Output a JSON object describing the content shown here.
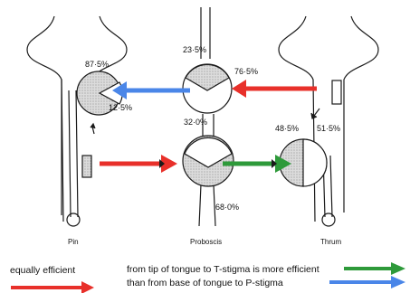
{
  "flower_labels": {
    "pin": "Pin",
    "proboscis": "Proboscis",
    "thrum": "Thrum"
  },
  "percentages": {
    "pin_upper": "87·5%",
    "pin_lower": "12·5%",
    "proboscis_top_left": "23·5%",
    "proboscis_top_right": "76·5%",
    "proboscis_bottom_top": "32·0%",
    "proboscis_bottom_bottom": "68·0%",
    "thrum_left": "48·5%",
    "thrum_right": "51·5%"
  },
  "legend": {
    "red_text": "equally efficient",
    "green_text": "from tip of tongue to T-stigma is more efficient",
    "blue_text": "than from base of tongue to P-stigma"
  },
  "colors": {
    "red": "#e8302a",
    "blue": "#4a86e8",
    "green": "#2e9a3a",
    "ink": "#1a1a1a",
    "stipple": "#c8c8c8"
  }
}
